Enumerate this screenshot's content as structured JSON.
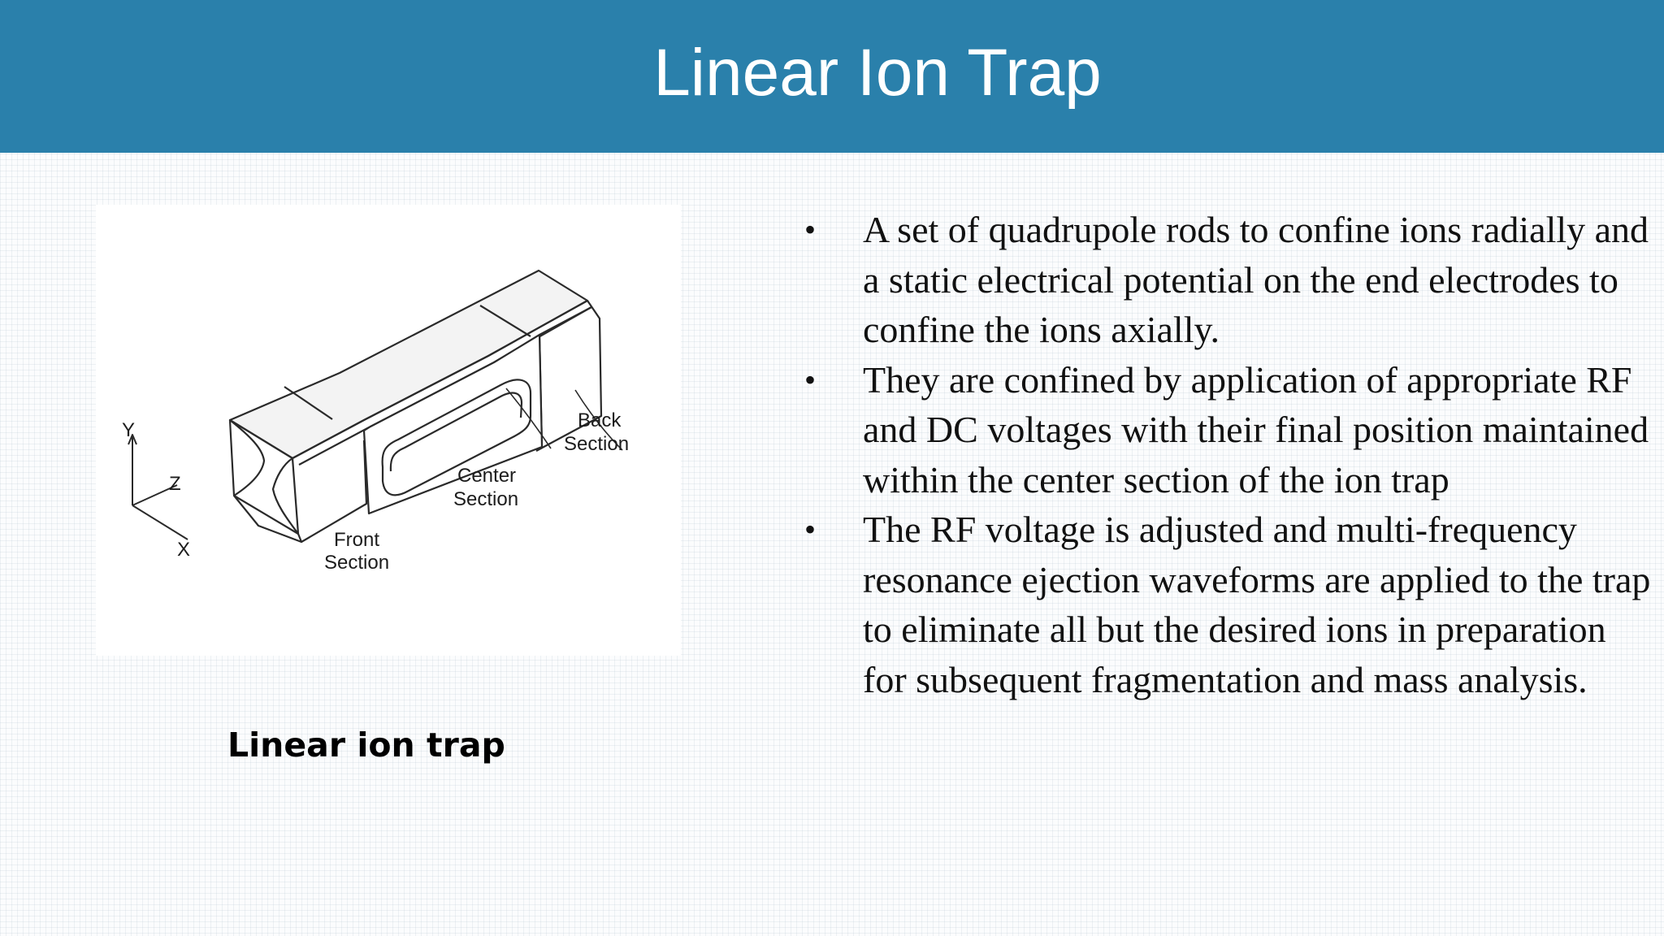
{
  "header": {
    "title": "Linear Ion Trap",
    "color": "#2a80ab"
  },
  "figure": {
    "labels": {
      "back_line1": "Back",
      "back_line2": "Section",
      "center_line1": "Center",
      "center_line2": "Section",
      "front_line1": "Front",
      "front_line2": "Section",
      "axis_y": "Y",
      "axis_z": "Z",
      "axis_x": "X"
    },
    "caption": "Linear ion trap"
  },
  "bullets": [
    {
      "marker": "•",
      "text": "A set of quadrupole rods to confine ions radially and a static electrical potential on the end electrodes to confine the ions axially."
    },
    {
      "marker": "•",
      "text": "They are confined by application of appropriate RF and DC voltages with their final position maintained within the center section of the ion trap"
    },
    {
      "marker": "•",
      "text": "The RF voltage is adjusted and multi-frequency resonance ejection waveforms are applied to the trap to eliminate all but the desired ions in preparation for subsequent fragmentation and mass analysis."
    }
  ]
}
